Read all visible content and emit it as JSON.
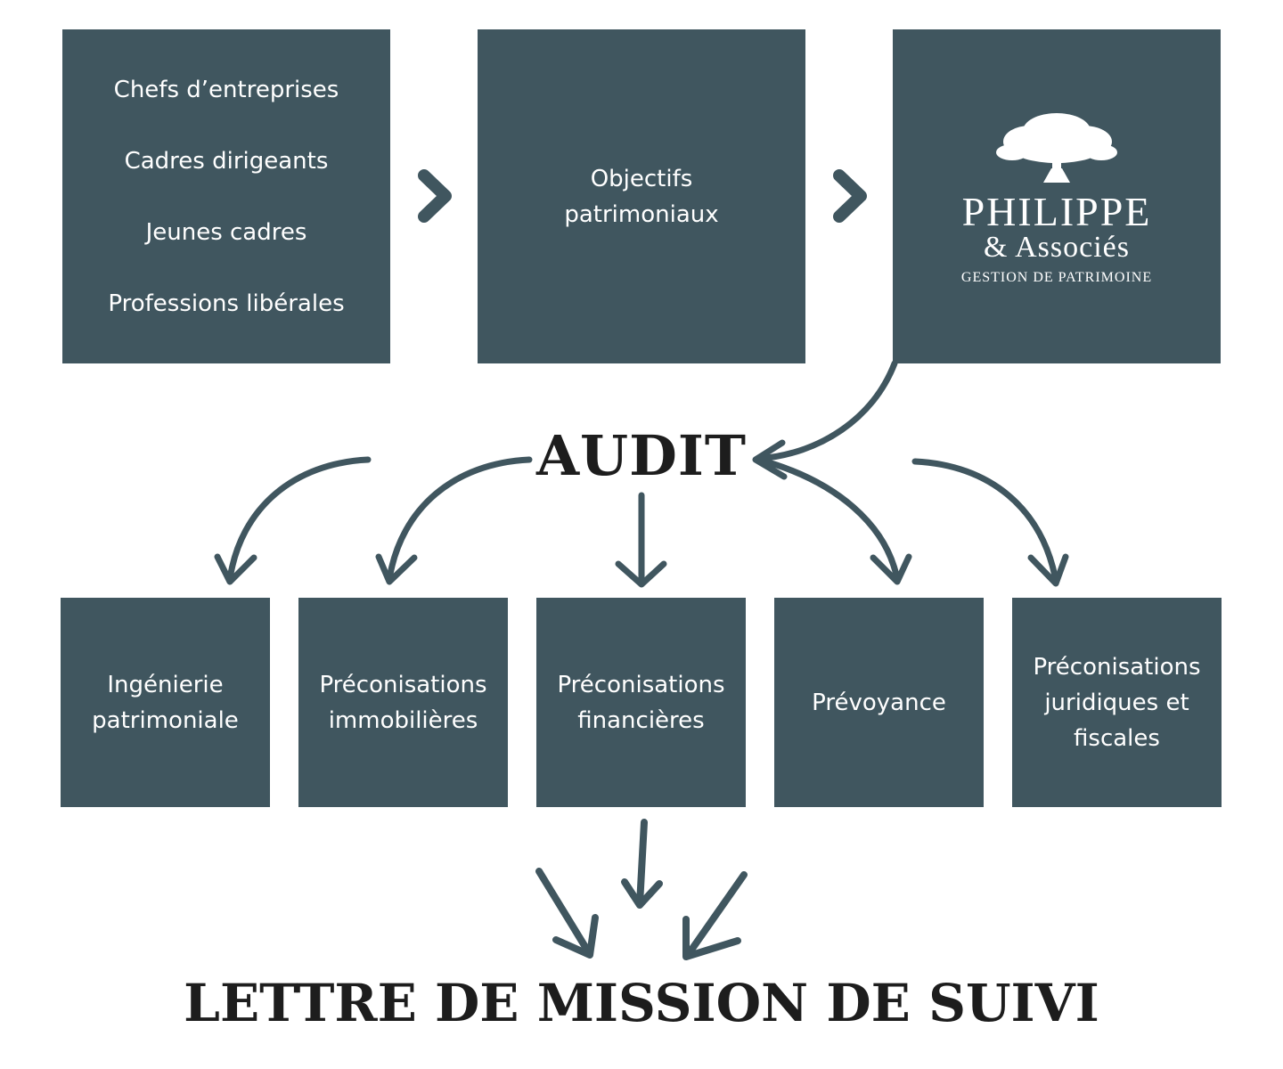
{
  "colors": {
    "box": "#40565f",
    "text_dark": "#1d1d1d",
    "arrow": "#40565f"
  },
  "clients": [
    "Chefs d’entreprises",
    "Cadres dirigeants",
    "Jeunes cadres",
    "Professions libérales"
  ],
  "objectifs": {
    "line1": "Objectifs",
    "line2": "patrimoniaux"
  },
  "firm": {
    "logo_icon": "oak-tree-icon",
    "name": "PHILIPPE",
    "amp": "& Associés",
    "sub": "GESTION DE PATRIMOINE"
  },
  "audit": "AUDIT",
  "services": [
    {
      "lines": [
        "Ingénierie",
        "patrimoniale"
      ]
    },
    {
      "lines": [
        "Préconisations",
        "immobilières"
      ]
    },
    {
      "lines": [
        "Préconisations",
        "financières"
      ]
    },
    {
      "lines": [
        "Prévoyance"
      ]
    },
    {
      "lines": [
        "Préconisations",
        "juridiques et",
        "fiscales"
      ]
    }
  ],
  "lettre": "LETTRE DE MISSION DE SUIVI"
}
